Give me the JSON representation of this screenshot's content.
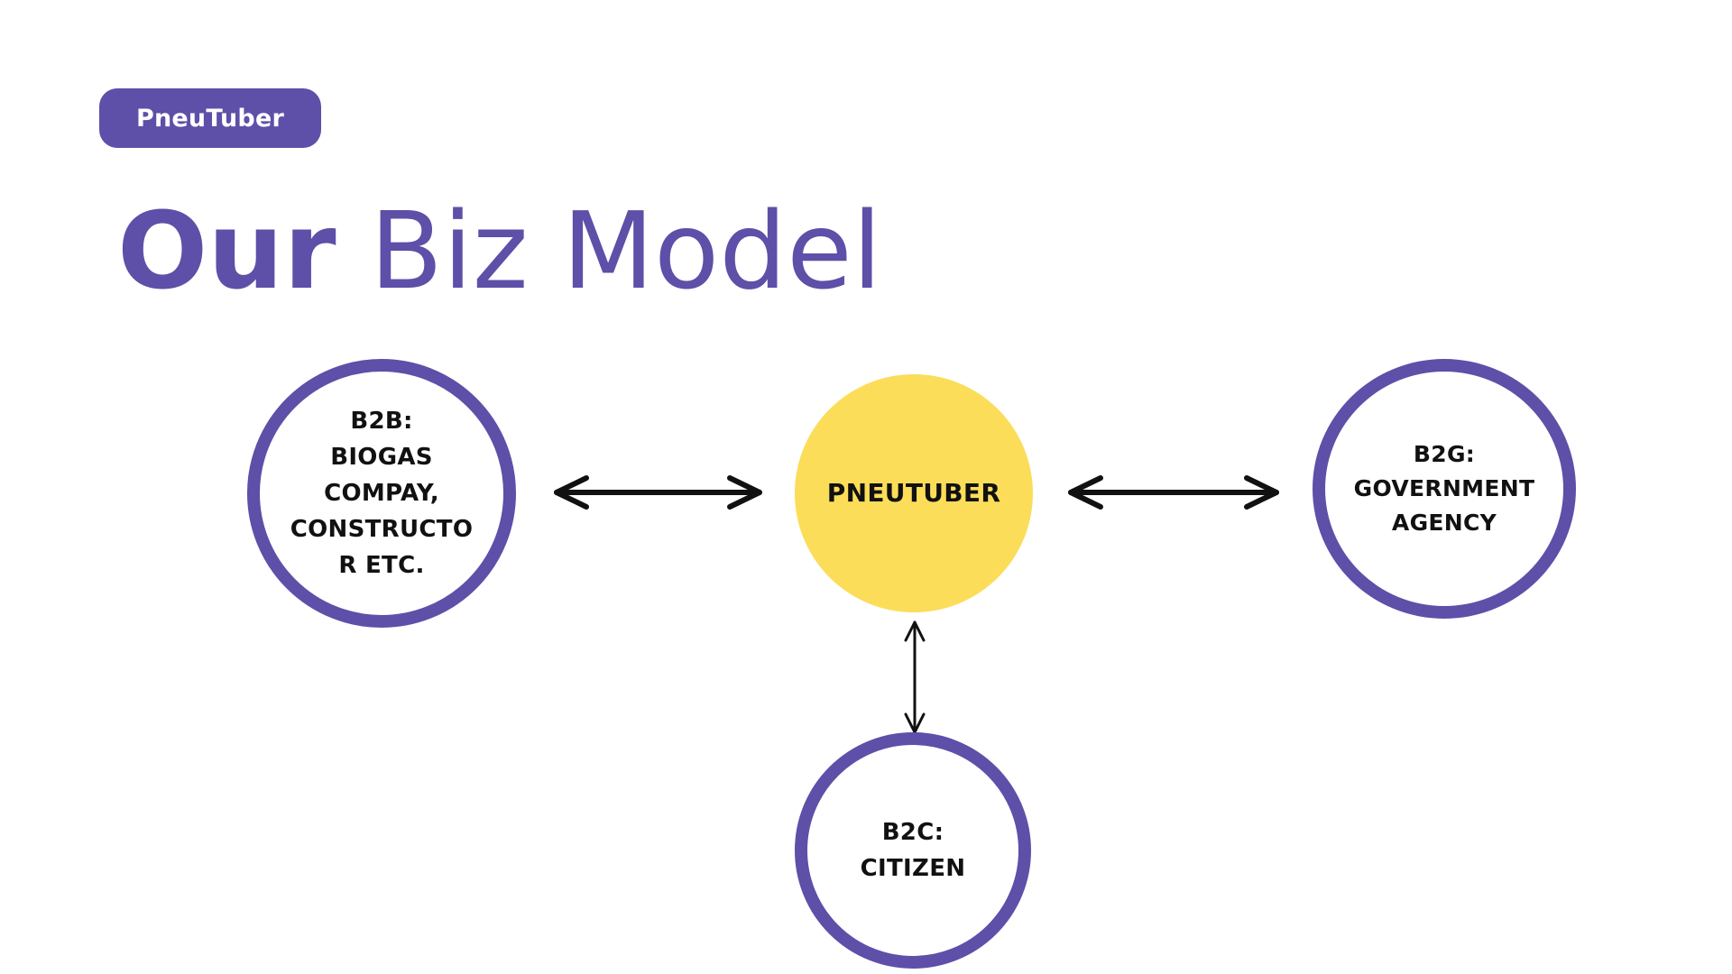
{
  "badge": {
    "label": "PneuTuber"
  },
  "title": {
    "bold": "Our",
    "light": "Biz Model"
  },
  "diagram": {
    "center": {
      "label": "PNEUTUBER"
    },
    "b2b": {
      "label": "B2B:\nBIOGAS\nCOMPAY,\nCONSTRUCTO\nR ETC."
    },
    "b2g": {
      "label": "B2G:\nGOVERNMENT\nAGENCY"
    },
    "b2c": {
      "label": "B2C:\nCITIZEN"
    }
  },
  "colors": {
    "accent": "#5e4fa8",
    "center_fill": "#fbdd5a",
    "arrow": "#111111",
    "background": "#ffffff"
  }
}
